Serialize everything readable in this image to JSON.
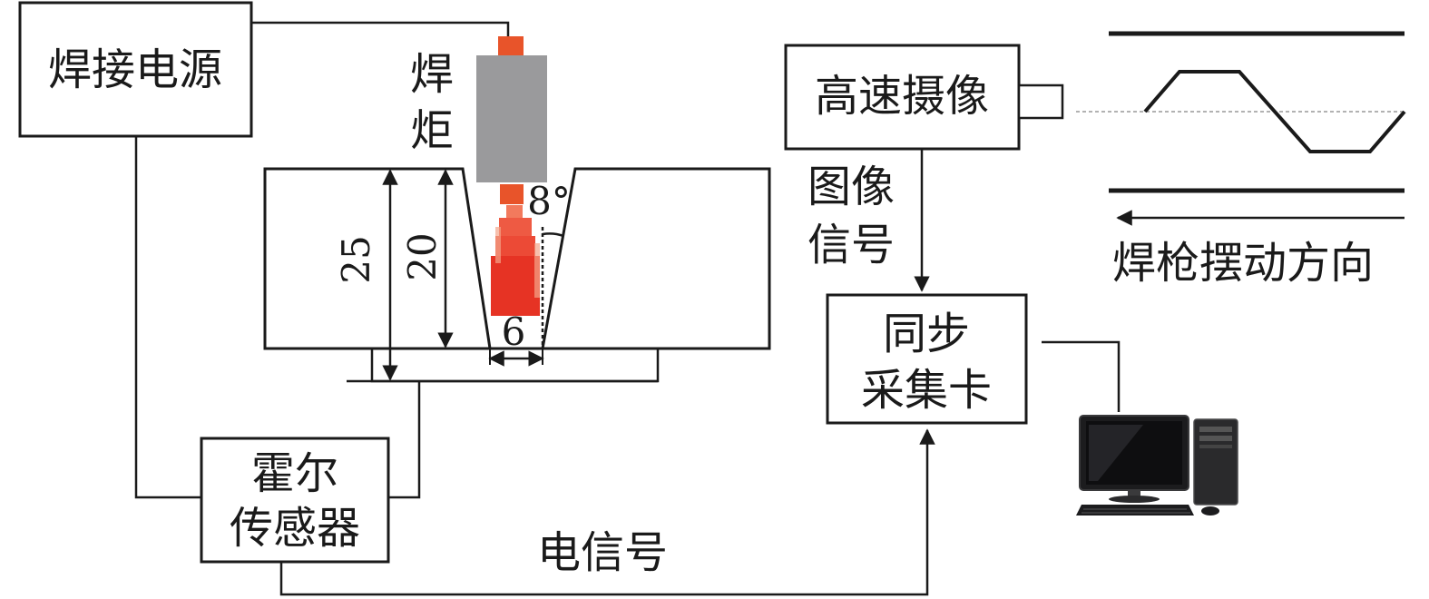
{
  "labels": {
    "power_supply": "焊接电源",
    "torch_1": "焊",
    "torch_2": "炬",
    "high_speed_camera": "高速摄像",
    "image_signal_1": "图像",
    "image_signal_2": "信号",
    "sync_card_1": "同步",
    "sync_card_2": "采集卡",
    "hall_sensor_1": "霍尔",
    "hall_sensor_2": "传感器",
    "electric_signal": "电信号",
    "swing_direction": "焊枪摆动方向"
  },
  "dimensions": {
    "thickness": "25",
    "groove_depth": "20",
    "root_gap": "6",
    "bevel_angle": "8°"
  },
  "colors": {
    "line": "#1a1a1a",
    "torch_body": "#9a9a9c",
    "torch_tip": "#e8542a",
    "arc_core": "#e63324",
    "arc_light": "#f4a58a"
  },
  "icons": {
    "computer": "desktop-computer-icon"
  }
}
